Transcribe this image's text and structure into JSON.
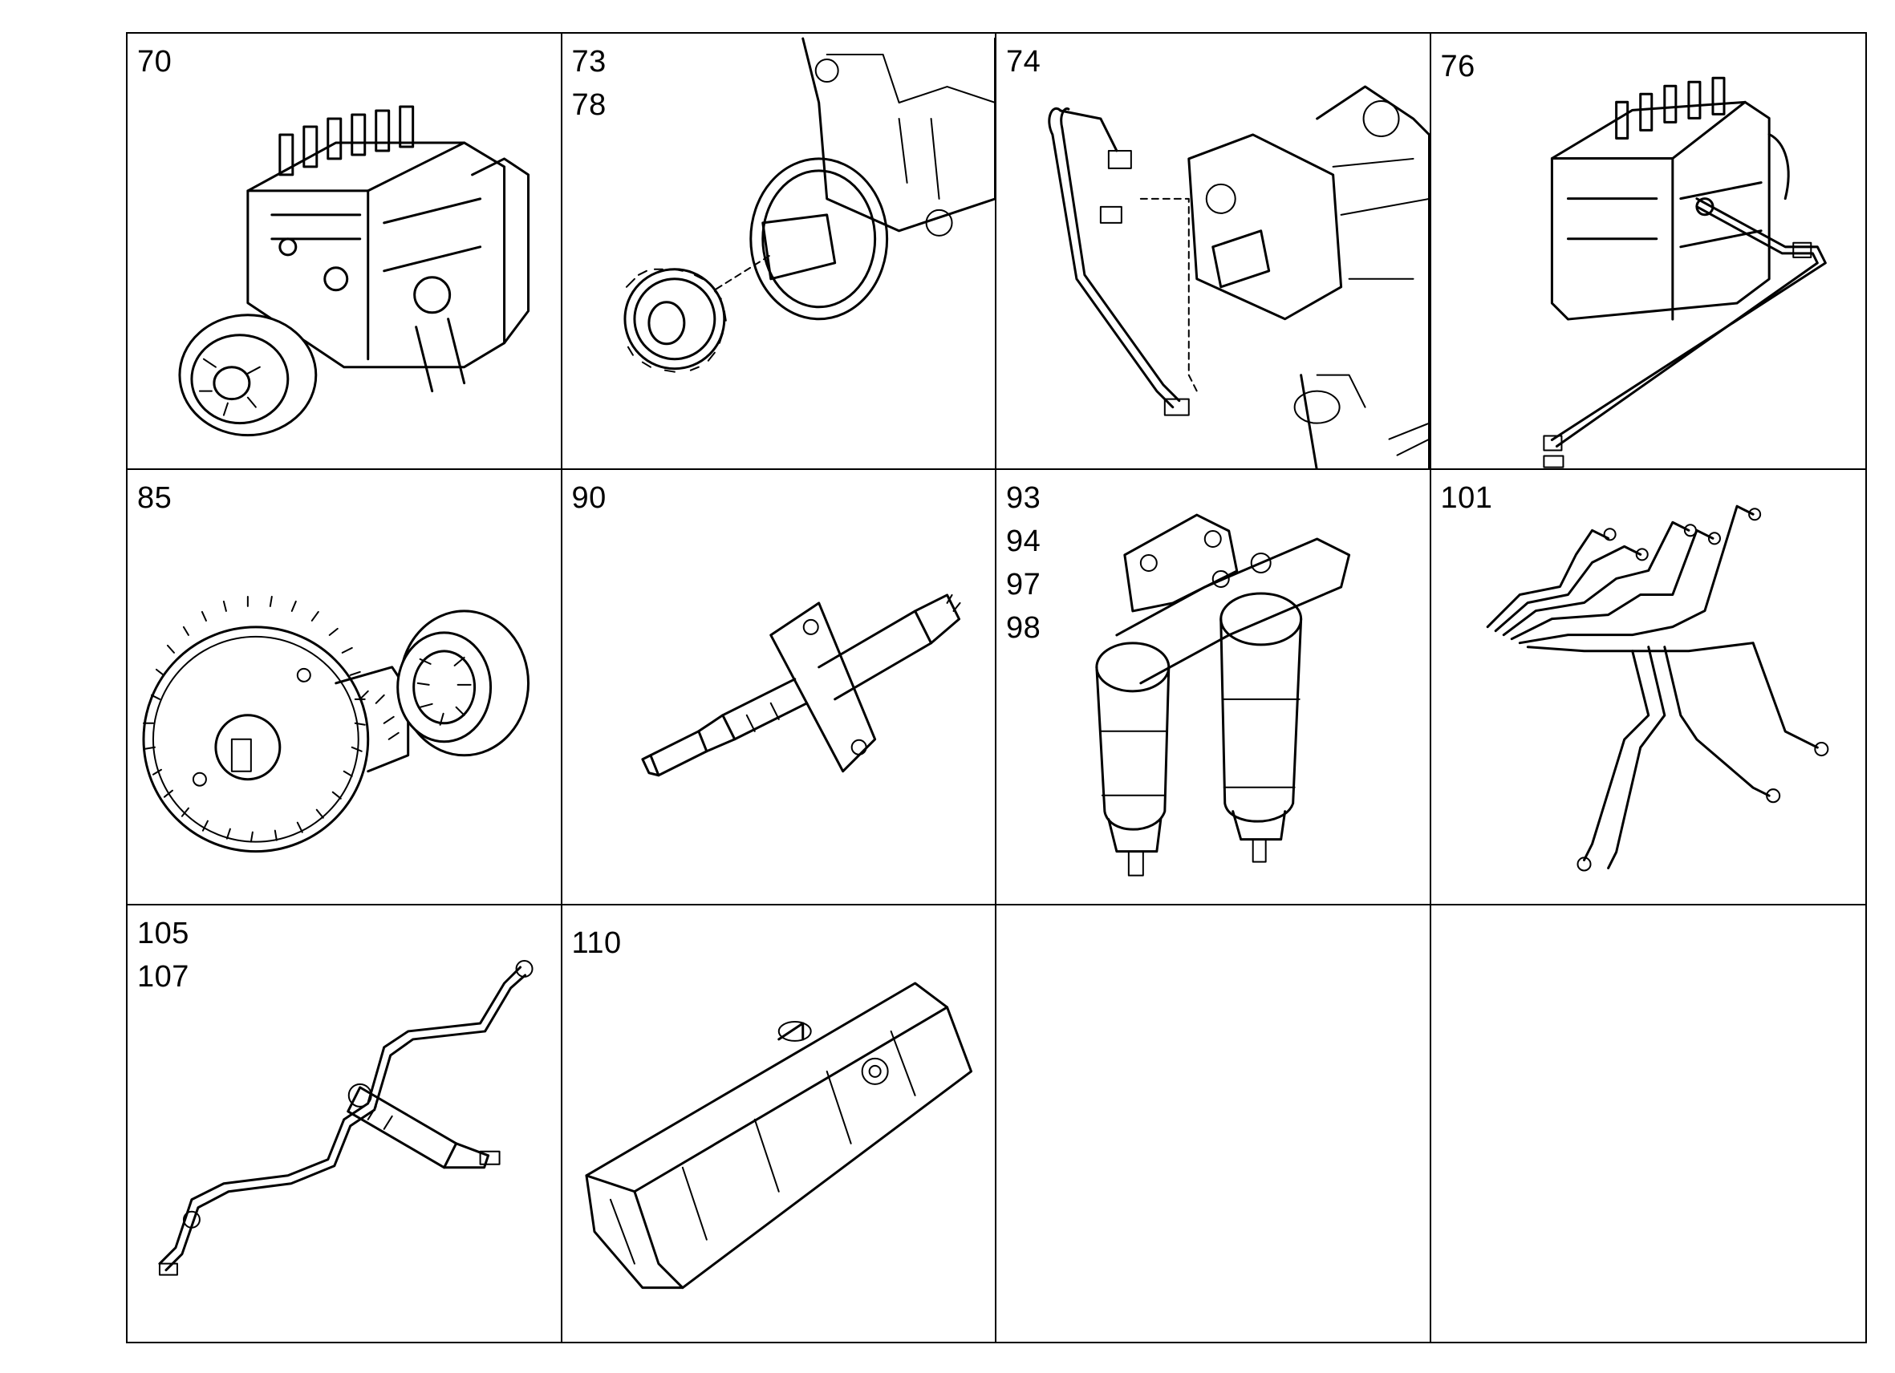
{
  "cells": [
    {
      "refs": [
        "70"
      ],
      "icon": "injection-pump-icon"
    },
    {
      "refs": [
        "73",
        "78"
      ],
      "icon": "drive-gear-icon"
    },
    {
      "refs": [
        "74"
      ],
      "icon": "lube-oil-pipe-icon"
    },
    {
      "refs": [
        "76"
      ],
      "icon": "pump-with-pipe-icon"
    },
    {
      "refs": [
        "85"
      ],
      "icon": "timer-gear-assembly-icon"
    },
    {
      "refs": [
        "90"
      ],
      "icon": "injector-nozzle-icon"
    },
    {
      "refs": [
        "93",
        "94",
        "97",
        "98"
      ],
      "icon": "twin-fuel-filter-icon"
    },
    {
      "refs": [
        "101"
      ],
      "icon": "injection-pipe-set-icon"
    },
    {
      "refs": [
        "105",
        "107"
      ],
      "icon": "leak-off-pipe-injector-icon"
    },
    {
      "refs": [
        "110"
      ],
      "icon": "cover-bracket-icon"
    },
    {
      "refs": [],
      "icon": ""
    },
    {
      "refs": [],
      "icon": ""
    }
  ]
}
